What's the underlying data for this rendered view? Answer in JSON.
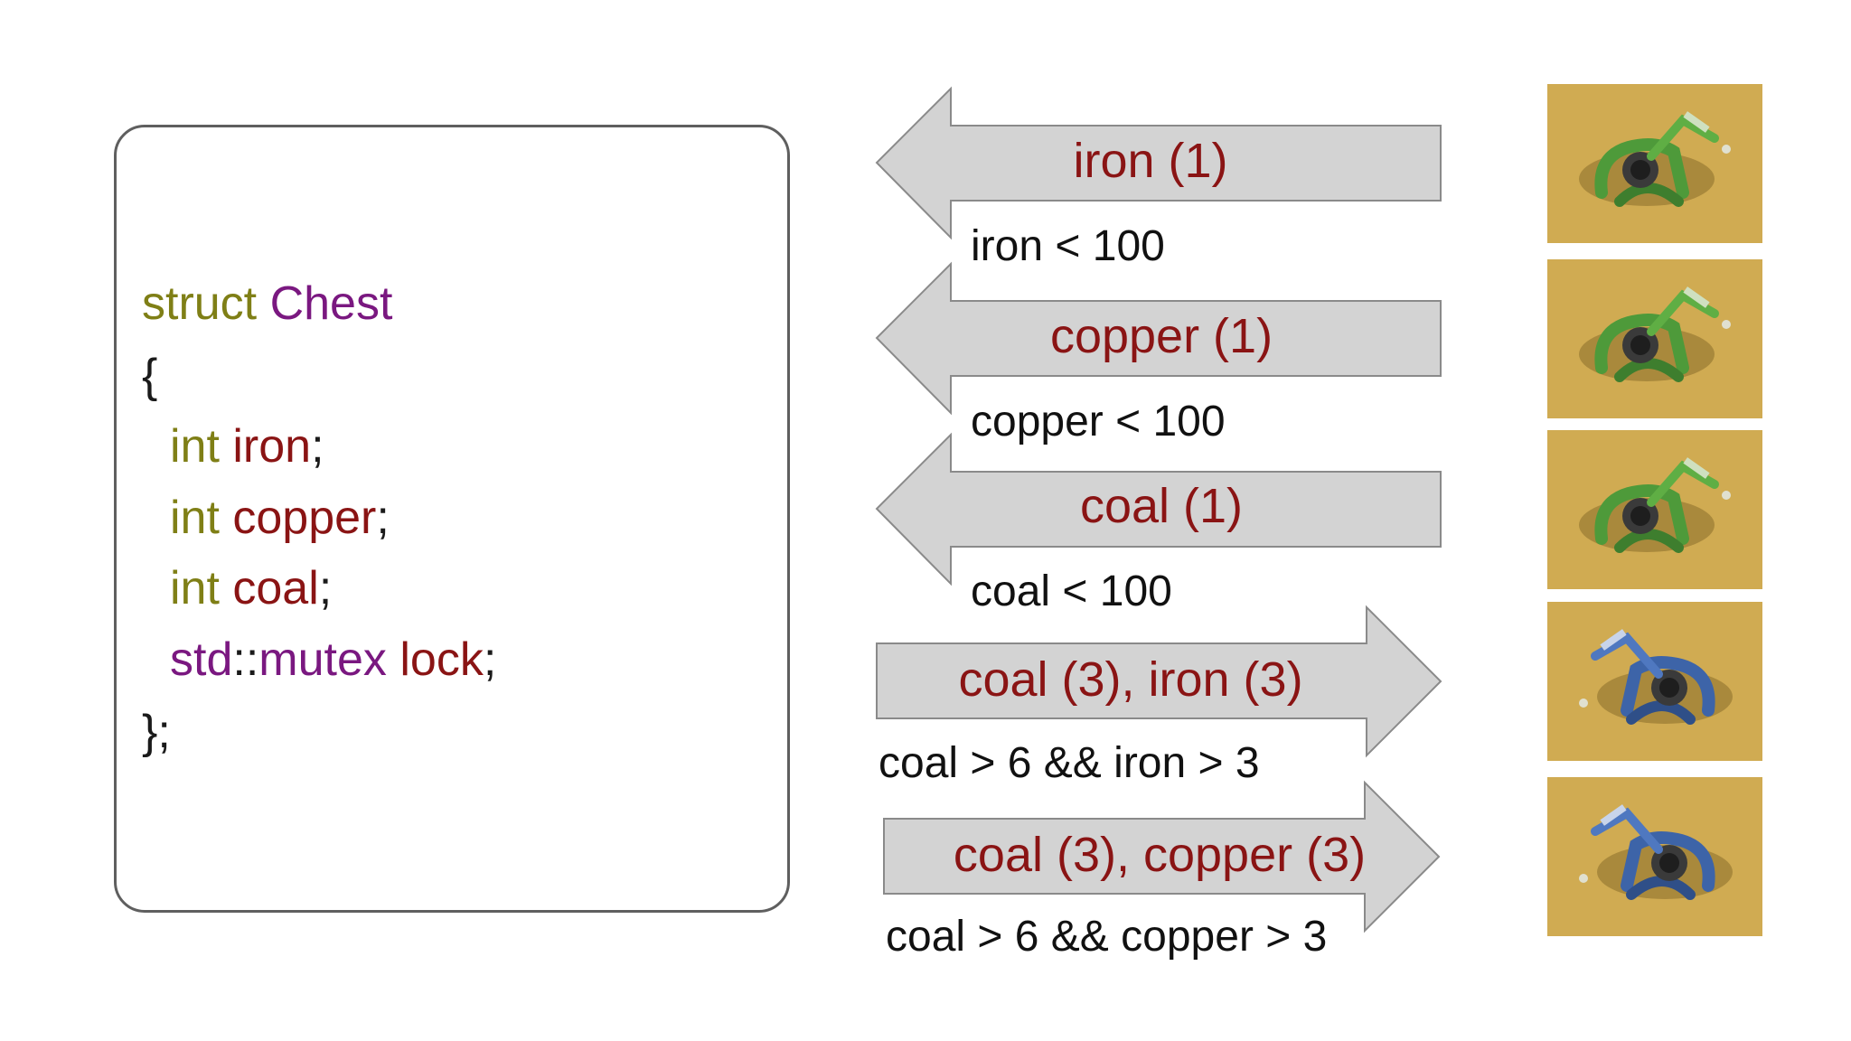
{
  "code": {
    "lines": [
      {
        "indent": false,
        "tokens": [
          {
            "text": "struct ",
            "kind": "kw"
          },
          {
            "text": "Chest",
            "kind": "ty"
          }
        ]
      },
      {
        "indent": false,
        "tokens": [
          {
            "text": "{",
            "kind": "pn"
          }
        ]
      },
      {
        "indent": true,
        "tokens": [
          {
            "text": "int ",
            "kind": "kw"
          },
          {
            "text": "iron",
            "kind": "id"
          },
          {
            "text": ";",
            "kind": "pn"
          }
        ]
      },
      {
        "indent": true,
        "tokens": [
          {
            "text": "int ",
            "kind": "kw"
          },
          {
            "text": "copper",
            "kind": "id"
          },
          {
            "text": ";",
            "kind": "pn"
          }
        ]
      },
      {
        "indent": true,
        "tokens": [
          {
            "text": "int ",
            "kind": "kw"
          },
          {
            "text": "coal",
            "kind": "id"
          },
          {
            "text": ";",
            "kind": "pn"
          }
        ]
      },
      {
        "indent": true,
        "tokens": [
          {
            "text": "std",
            "kind": "ty"
          },
          {
            "text": "::",
            "kind": "pn"
          },
          {
            "text": "mutex ",
            "kind": "ty"
          },
          {
            "text": "lock",
            "kind": "id"
          },
          {
            "text": ";",
            "kind": "pn"
          }
        ]
      },
      {
        "indent": false,
        "tokens": [
          {
            "text": "};",
            "kind": "pn"
          }
        ]
      }
    ]
  },
  "transfers": [
    {
      "direction": "in",
      "label": "iron (1)",
      "condition": "iron < 100",
      "inserter": "green-inserter-icon"
    },
    {
      "direction": "in",
      "label": "copper (1)",
      "condition": "copper < 100",
      "inserter": "green-inserter-icon"
    },
    {
      "direction": "in",
      "label": "coal (1)",
      "condition": "coal < 100",
      "inserter": "green-inserter-icon"
    },
    {
      "direction": "out",
      "label": "coal (3), iron (3)",
      "condition": "coal > 6 && iron > 3",
      "inserter": "blue-inserter-icon"
    },
    {
      "direction": "out",
      "label": "coal (3), copper (3)",
      "condition": "coal > 6 && copper > 3",
      "inserter": "blue-inserter-icon"
    }
  ],
  "colors": {
    "keyword": "#7f7f16",
    "type": "#7a1880",
    "identifier": "#8a1414",
    "arrow_fill": "#d3d3d3",
    "arrow_stroke": "#8a8a8a",
    "sand": "#c9a24a",
    "green_inserter": "#4e9a3a",
    "blue_inserter": "#3d64a8"
  }
}
